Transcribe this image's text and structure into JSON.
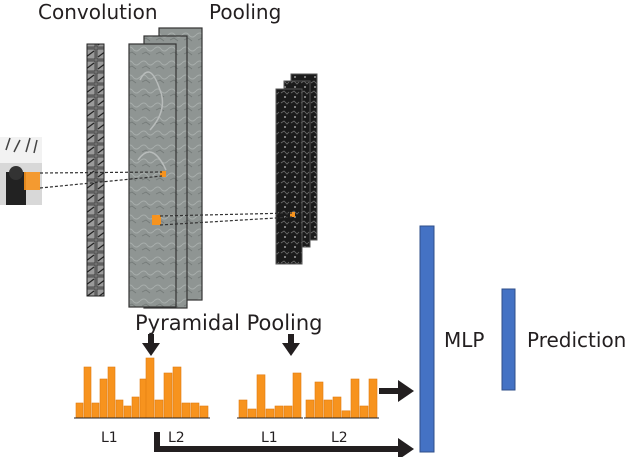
{
  "labels": {
    "convolution": "Convolution",
    "pooling": "Pooling",
    "pyramidal_pooling": "Pyramidal Pooling",
    "mlp": "MLP",
    "prediction": "Prediction",
    "l1_a": "L1",
    "l2_a": "L2",
    "l1_b": "L1",
    "l2_b": "L2"
  },
  "colors": {
    "histogram": "#f7931e",
    "histogram_edge": "#e07b10",
    "mlp_bar": "#4472c4",
    "feature_map": "#8c9290",
    "pooled_map": "#1a1a1a",
    "arrow": "#231f20",
    "highlight": "#f7931e"
  },
  "histograms": {
    "conv_l1": [
      0.25,
      0.85,
      0.25,
      0.65,
      0.85,
      0.3,
      0.2,
      0.35,
      0.65
    ],
    "conv_l2": [
      1.0,
      0.3,
      0.75,
      0.85,
      0.25,
      0.25,
      0.2
    ],
    "pool_l1": [
      0.3,
      0.15,
      0.72,
      0.15,
      0.2,
      0.2,
      0.75
    ],
    "pool_l2": [
      0.3,
      0.6,
      0.3,
      0.35,
      0.12,
      0.65,
      0.2,
      0.65
    ]
  }
}
